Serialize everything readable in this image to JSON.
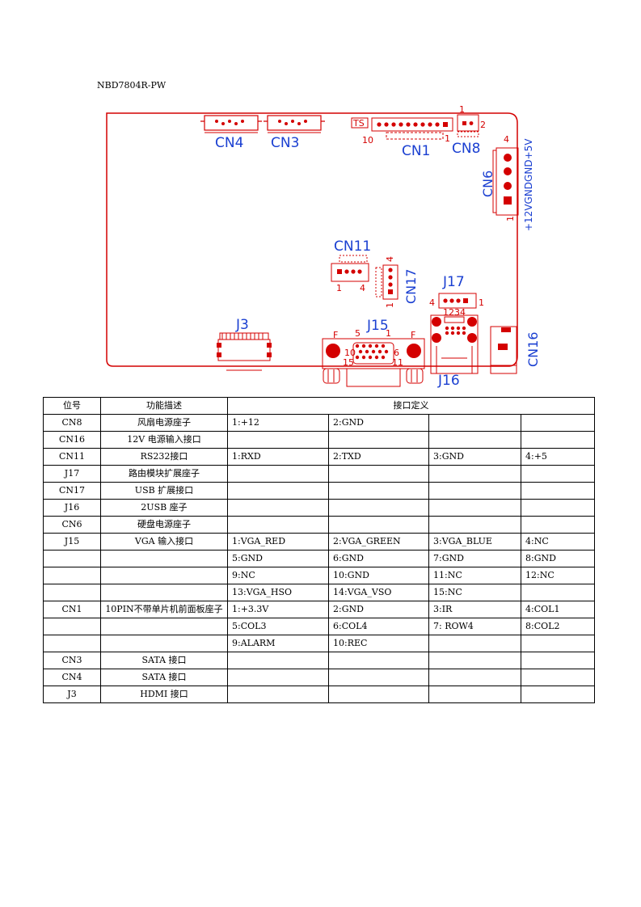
{
  "doc_title": "NBD7804R-PW",
  "pcb": {
    "labels": {
      "cn4": "CN4",
      "cn3": "CN3",
      "cn1": "CN1",
      "cn8": "CN8",
      "cn6": "CN6",
      "cn11": "CN11",
      "cn17": "CN17",
      "j17": "J17",
      "j3": "J3",
      "j15": "J15",
      "j16": "J16",
      "cn16": "CN16",
      "ts": "TS"
    },
    "pins": {
      "cn1_left": "10",
      "cn1_right": "1",
      "cn8_top": "1",
      "cn8_right": "2",
      "cn6_top": "4",
      "cn6_bottom": "1",
      "cn6_side": "+12VGNDGND+5V",
      "cn11_left": "1",
      "cn11_right": "4",
      "cn17_top": "4",
      "cn17_bottom": "1",
      "j17_left": "4",
      "j17_right": "1",
      "j17_nums": "1234",
      "j15_f1": "F",
      "j15_5": "5",
      "j15_1": "1",
      "j15_f2": "F",
      "j15_10": "10",
      "j15_6": "6",
      "j15_15": "15",
      "j15_11": "11"
    }
  },
  "table": {
    "header": {
      "pos": "位号",
      "func": "功能描述",
      "def": "接口定义"
    },
    "rows": [
      {
        "pos": "CN8",
        "func": "风扇电源座子",
        "p": [
          "1:+12",
          "2:GND",
          "",
          ""
        ]
      },
      {
        "pos": "CN16",
        "func": "12V 电源输入接口",
        "p": [
          "",
          "",
          "",
          ""
        ]
      },
      {
        "pos": "CN11",
        "func": "RS232接口",
        "p": [
          "1:RXD",
          "2:TXD",
          "3:GND",
          "4:+5"
        ]
      },
      {
        "pos": "J17",
        "func": "路由模块扩展座子",
        "p": [
          "",
          "",
          "",
          ""
        ]
      },
      {
        "pos": "CN17",
        "func": "USB 扩展接口",
        "p": [
          "",
          "",
          "",
          ""
        ]
      },
      {
        "pos": "J16",
        "func": "2USB 座子",
        "p": [
          "",
          "",
          "",
          ""
        ]
      },
      {
        "pos": "CN6",
        "func": "硬盘电源座子",
        "p": [
          "",
          "",
          "",
          ""
        ]
      },
      {
        "pos": "J15",
        "func": "VGA 输入接口",
        "p": [
          "1:VGA_RED",
          "2:VGA_GREEN",
          "3:VGA_BLUE",
          "4:NC"
        ]
      },
      {
        "pos": "",
        "func": "",
        "p": [
          "5:GND",
          "6:GND",
          "7:GND",
          "8:GND"
        ]
      },
      {
        "pos": "",
        "func": "",
        "p": [
          "9:NC",
          "10:GND",
          "11:NC",
          "12:NC"
        ]
      },
      {
        "pos": "",
        "func": "",
        "p": [
          "13:VGA_HSO",
          "14:VGA_VSO",
          "15:NC",
          ""
        ]
      },
      {
        "pos": "CN1",
        "func": "10PIN不带单片机前面板座子",
        "p": [
          "1:+3.3V",
          "2:GND",
          "3:IR",
          "4:COL1"
        ]
      },
      {
        "pos": "",
        "func": "",
        "p": [
          "5:COL3",
          "6:COL4",
          "7:  ROW4",
          "8:COL2"
        ]
      },
      {
        "pos": "",
        "func": "",
        "p": [
          "9:ALARM",
          "10:REC",
          "",
          ""
        ]
      },
      {
        "pos": "CN3",
        "func": "SATA 接口",
        "p": [
          "",
          "",
          "",
          ""
        ]
      },
      {
        "pos": "CN4",
        "func": "SATA 接口",
        "p": [
          "",
          "",
          "",
          ""
        ]
      },
      {
        "pos": "J3",
        "func": "HDMI 接口",
        "p": [
          "",
          "",
          "",
          ""
        ]
      }
    ]
  },
  "colors": {
    "outline": "#d40000",
    "silk_label": "#1a3fd1"
  }
}
